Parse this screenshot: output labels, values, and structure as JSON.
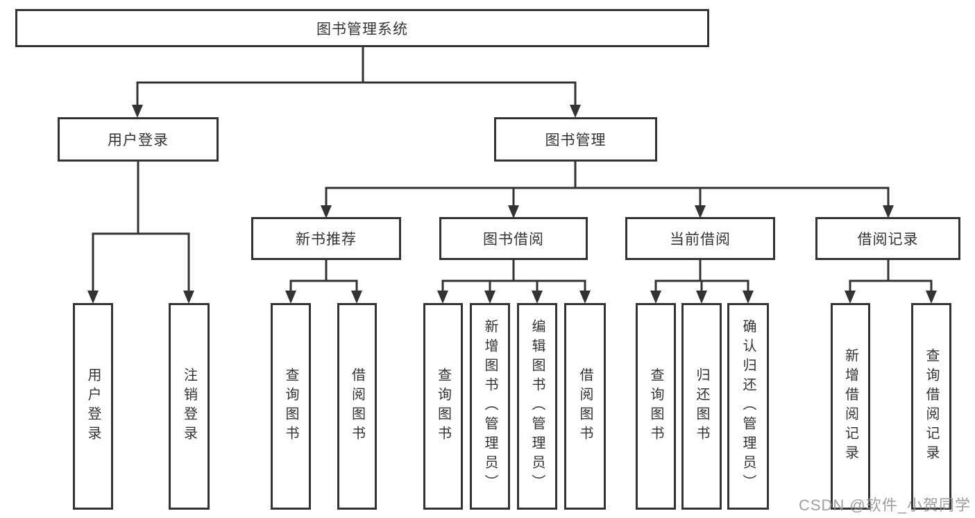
{
  "tree": {
    "root": {
      "label": "图书管理系统"
    },
    "level2": [
      {
        "label": "用户登录"
      },
      {
        "label": "图书管理"
      }
    ],
    "level3": [
      {
        "label": "新书推荐",
        "parent": "图书管理"
      },
      {
        "label": "图书借阅",
        "parent": "图书管理"
      },
      {
        "label": "当前借阅",
        "parent": "图书管理"
      },
      {
        "label": "借阅记录",
        "parent": "图书管理"
      }
    ],
    "leaves": [
      {
        "label": "用户登录",
        "parent": "用户登录"
      },
      {
        "label": "注销登录",
        "parent": "用户登录"
      },
      {
        "label": "查询图书",
        "parent": "新书推荐"
      },
      {
        "label": "借阅图书",
        "parent": "新书推荐"
      },
      {
        "label": "查询图书",
        "parent": "图书借阅"
      },
      {
        "label": "新增图书（管理员）",
        "parent": "图书借阅"
      },
      {
        "label": "编辑图书（管理员）",
        "parent": "图书借阅"
      },
      {
        "label": "借阅图书",
        "parent": "图书借阅"
      },
      {
        "label": "查询图书",
        "parent": "当前借阅"
      },
      {
        "label": "归还图书",
        "parent": "当前借阅"
      },
      {
        "label": "确认归还（管理员）",
        "parent": "当前借阅"
      },
      {
        "label": "新增借阅记录",
        "parent": "借阅记录"
      },
      {
        "label": "查询借阅记录",
        "parent": "借阅记录"
      }
    ]
  },
  "watermark": {
    "text": "CSDN @软件_小贺同学"
  },
  "colors": {
    "line": "#333333",
    "box_border": "#333333",
    "box_fill": "#ffffff",
    "text": "#333333",
    "watermark": "#919191"
  }
}
